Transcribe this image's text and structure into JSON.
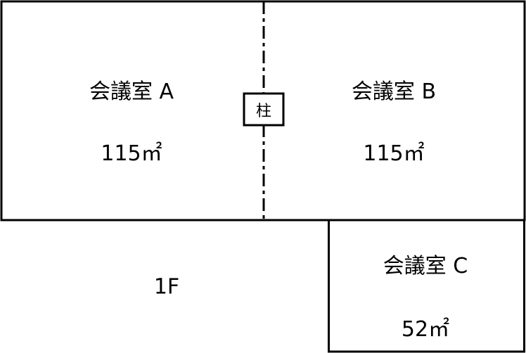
{
  "floor_label": "1F",
  "pillar_label": "柱",
  "rooms": [
    {
      "name": "会議室 A",
      "area": "115㎡"
    },
    {
      "name": "会議室 B",
      "area": "115㎡"
    },
    {
      "name": "会議室 C",
      "area": "52㎡"
    }
  ],
  "colors": {
    "line": "#000000",
    "background": "#ffffff"
  }
}
